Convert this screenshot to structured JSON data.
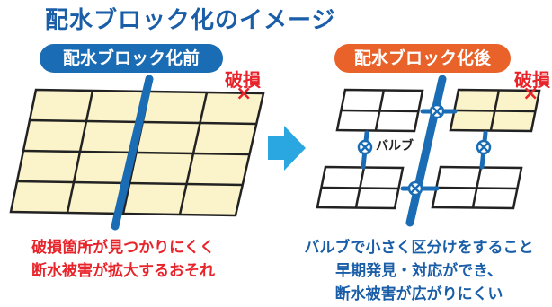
{
  "title": "配水ブロック化のイメージ",
  "before": {
    "badge": "配水ブロック化前",
    "damage_label": "破損",
    "damage_mark": "×",
    "caption": [
      "破損箇所が見つかりにくく",
      "断水被害が拡大するおそれ"
    ]
  },
  "after": {
    "badge": "配水ブロック化後",
    "damage_label": "破損",
    "damage_mark": "×",
    "valve_label": "バルブ",
    "caption": [
      "バルブで小さく区分けをすること",
      "早期発見・対応ができ、",
      "断水被害が広がりにくい"
    ]
  },
  "colors": {
    "title": "#1a5ea8",
    "pipe": "#1a6db5",
    "before_badge": "#1a6db5",
    "after_badge": "#e8622a",
    "grid_fill": "#fbf3c9",
    "damage": "#e8242b",
    "arrow": "#2aa6e0"
  },
  "icons": [
    "valve-icon",
    "arrow-right-icon",
    "damage-x-icon"
  ]
}
